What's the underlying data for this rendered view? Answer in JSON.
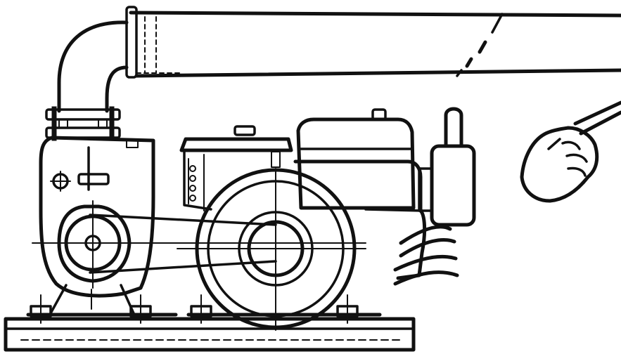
{
  "figure": {
    "colors": {
      "ink": "#111111",
      "paper": "#ffffff"
    },
    "parts": [
      {
        "id": "discharge-pipe",
        "icon": "pipe"
      },
      {
        "id": "pipe-elbow",
        "icon": "elbow"
      },
      {
        "id": "flange-coupling",
        "icon": "flange"
      },
      {
        "id": "centrifugal-pump",
        "icon": "pump"
      },
      {
        "id": "pump-pulley",
        "icon": "pulley"
      },
      {
        "id": "drive-belt",
        "icon": "belt"
      },
      {
        "id": "engine-flywheel",
        "icon": "flywheel"
      },
      {
        "id": "engine-body",
        "icon": "engine"
      },
      {
        "id": "fuel-tank",
        "icon": "tank"
      },
      {
        "id": "air-cleaner",
        "icon": "filter"
      },
      {
        "id": "exhaust-pipe",
        "icon": "exhaust"
      },
      {
        "id": "base-frame",
        "icon": "base"
      },
      {
        "id": "pointing-hand",
        "icon": "hand"
      }
    ]
  }
}
